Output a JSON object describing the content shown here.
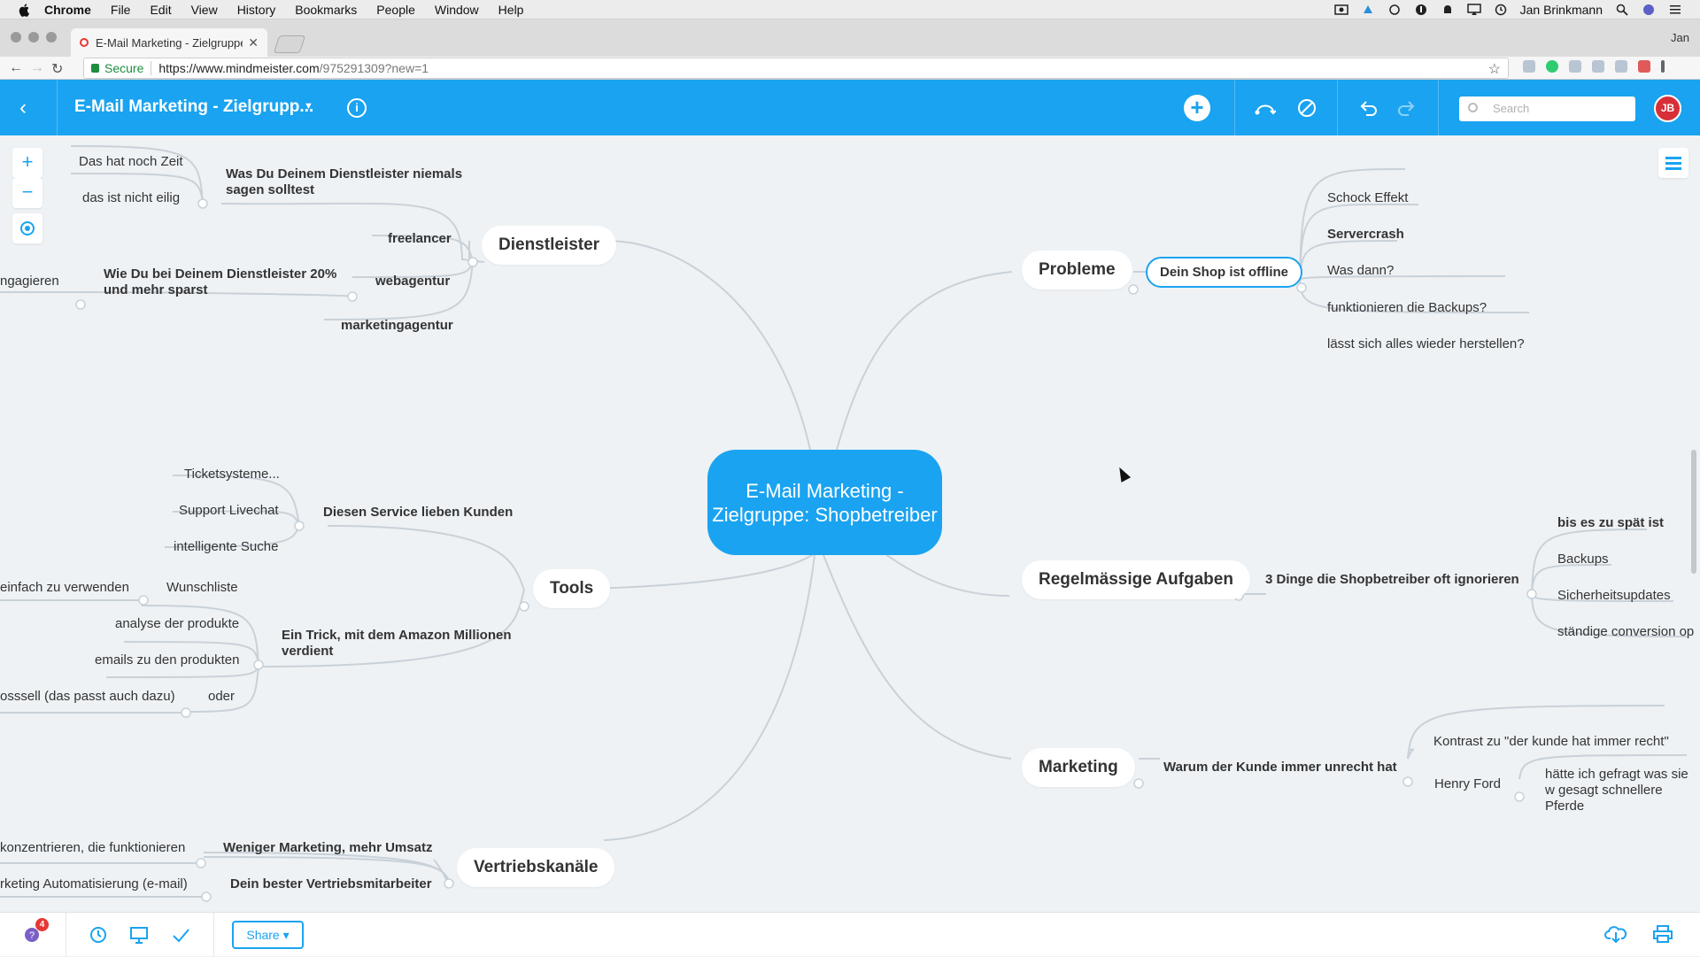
{
  "macos_menu": {
    "app": "Chrome",
    "items": [
      "File",
      "Edit",
      "View",
      "History",
      "Bookmarks",
      "People",
      "Window",
      "Help"
    ],
    "user": "Jan Brinkmann"
  },
  "browser": {
    "tab_title": "E-Mail Marketing - Zielgruppe",
    "profile": "Jan",
    "secure_label": "Secure",
    "url_main": "https://www.mindmeister.com",
    "url_path": "/975291309?new=1"
  },
  "header": {
    "map_title": "E-Mail Marketing - Zielgrupp...",
    "search_placeholder": "Search",
    "avatar_initials": "JB"
  },
  "mindmap": {
    "center": "E-Mail Marketing - Zielgruppe: Shopbetreiber",
    "dienstleister": {
      "label": "Dienstleister",
      "never_say": "Was Du Deinem Dienstleister niemals sagen solltest",
      "never_children": [
        "Das hat noch Zeit",
        "das ist nicht eilig"
      ],
      "freelancer": "freelancer",
      "webagentur": "webagentur",
      "marketingagentur": "marketingagentur",
      "save": "Wie Du bei Deinem Dienstleister 20% und mehr sparst",
      "save_child": "ngagieren"
    },
    "probleme": {
      "label": "Probleme",
      "shop_offline": "Dein Shop ist offline",
      "children": [
        "Schock Effekt",
        "Servercrash",
        "Was dann?",
        "funktionieren die Backups?",
        "lässt sich alles wieder herstellen?"
      ]
    },
    "tools": {
      "label": "Tools",
      "service": "Diesen Service lieben Kunden",
      "service_children": [
        "Ticketsysteme...",
        "Support Livechat",
        "intelligente Suche"
      ],
      "amazon": "Ein Trick, mit dem Amazon Millionen verdient",
      "wunschliste": "Wunschliste",
      "wunschliste_child": "einfach zu verwenden",
      "analyse": "analyse der produkte",
      "emails": "emails zu den produkten",
      "oder": "oder",
      "oder_child": "osssell (das passt auch dazu)"
    },
    "regelmaessig": {
      "label": "Regelmässige Aufgaben",
      "dinge": "3 Dinge die Shopbetreiber oft ignorieren",
      "children": [
        "bis es zu spät ist",
        "Backups",
        "Sicherheitsupdates",
        "ständige conversion op"
      ]
    },
    "marketing": {
      "label": "Marketing",
      "unrecht": "Warum der Kunde immer unrecht hat",
      "kontrast": "Kontrast zu \"der kunde hat immer recht\"",
      "henry": "Henry Ford",
      "quote": "hätte ich gefragt was sie w gesagt schnellere Pferde"
    },
    "vertrieb": {
      "label": "Vertriebskanäle",
      "weniger": "Weniger Marketing, mehr Umsatz",
      "weniger_child": "konzentrieren, die funktionieren",
      "bester": "Dein bester Vertriebsmitarbeiter",
      "bester_child": "rketing Automatisierung (e-mail)"
    }
  },
  "bottom": {
    "share_label": "Share",
    "badge_count": "4"
  },
  "colors": {
    "accent": "#1aa3f0",
    "avatar": "#d72f38",
    "canvas": "#eef2f5",
    "link": "#c9d1d8"
  }
}
